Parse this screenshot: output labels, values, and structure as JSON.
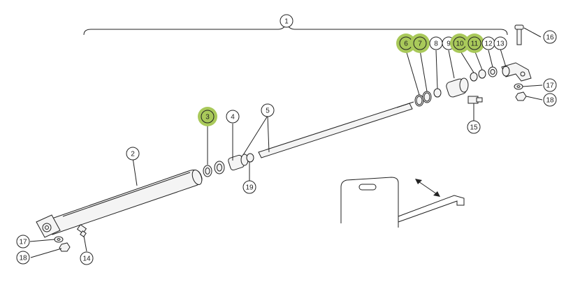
{
  "callouts": [
    {
      "id": "c1",
      "label": "1",
      "highlight": false
    },
    {
      "id": "c2",
      "label": "2",
      "highlight": false
    },
    {
      "id": "c3",
      "label": "3",
      "highlight": true
    },
    {
      "id": "c4",
      "label": "4",
      "highlight": false
    },
    {
      "id": "c5",
      "label": "5",
      "highlight": false
    },
    {
      "id": "c6",
      "label": "6",
      "highlight": true
    },
    {
      "id": "c7",
      "label": "7",
      "highlight": true
    },
    {
      "id": "c8",
      "label": "8",
      "highlight": false
    },
    {
      "id": "c9",
      "label": "9",
      "highlight": false
    },
    {
      "id": "c10",
      "label": "10",
      "highlight": true
    },
    {
      "id": "c11",
      "label": "11",
      "highlight": true
    },
    {
      "id": "c12",
      "label": "12",
      "highlight": false
    },
    {
      "id": "c13",
      "label": "13",
      "highlight": false
    },
    {
      "id": "c14",
      "label": "14",
      "highlight": false
    },
    {
      "id": "c15",
      "label": "15",
      "highlight": false
    },
    {
      "id": "c16",
      "label": "16",
      "highlight": false
    },
    {
      "id": "c17a",
      "label": "17",
      "highlight": false
    },
    {
      "id": "c17b",
      "label": "17",
      "highlight": false
    },
    {
      "id": "c18a",
      "label": "18",
      "highlight": false
    },
    {
      "id": "c18b",
      "label": "18",
      "highlight": false
    },
    {
      "id": "c19",
      "label": "19",
      "highlight": false
    }
  ],
  "colors": {
    "highlight": "#a9c95a",
    "line": "#222222",
    "background": "#ffffff"
  }
}
